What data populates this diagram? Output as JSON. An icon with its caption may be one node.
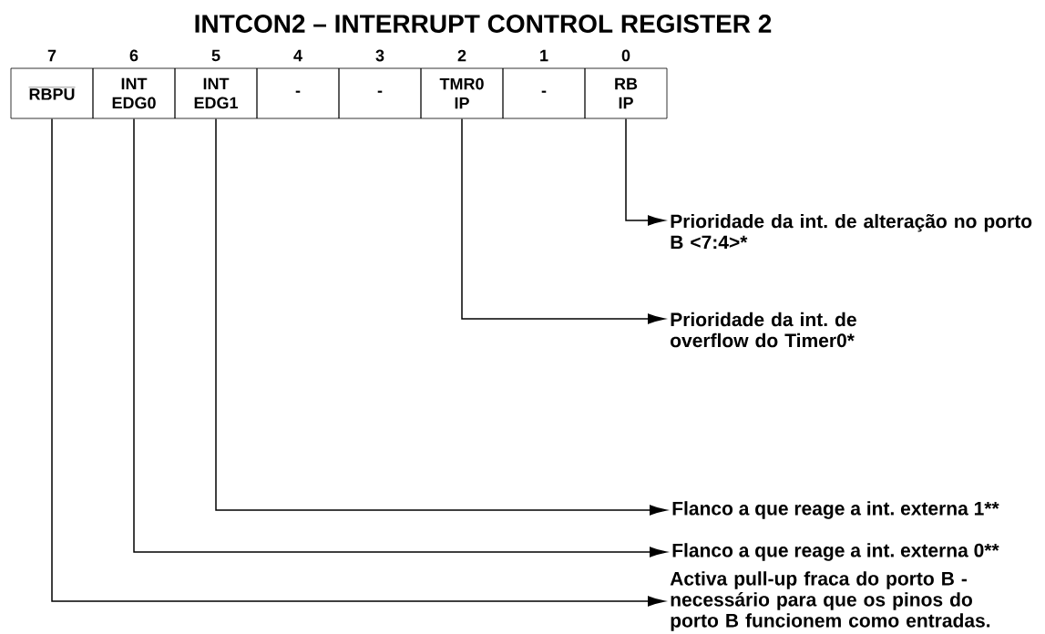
{
  "diagram": {
    "title": "INTCON2 – INTERRUPT CONTROL REGISTER 2",
    "nodes": [
      {
        "text": [
          "RBPU"
        ],
        "beside": [
          "7"
        ]
      },
      {
        "text": [
          "INT EDG0"
        ],
        "beside": [
          "6"
        ]
      },
      {
        "text": [
          "INT EDG1"
        ],
        "beside": [
          "5"
        ]
      },
      {
        "text": [
          "-"
        ],
        "beside": [
          "4"
        ]
      },
      {
        "text": [
          "-"
        ],
        "beside": [
          "3"
        ]
      },
      {
        "text": [
          "TMR0 IP"
        ],
        "beside": [
          "2"
        ]
      },
      {
        "text": [
          "-"
        ],
        "beside": [
          "1"
        ]
      },
      {
        "text": [
          "RB IP"
        ],
        "beside": [
          "0"
        ]
      },
      {
        "text": [
          "Prioridade da int. de alteração no porto B <7:4>*"
        ]
      },
      {
        "text": [
          "Prioridade da int. de overflow do Timer0*"
        ]
      },
      {
        "text": [
          "Flanco a que reage a int. externa 1**"
        ]
      },
      {
        "text": [
          "Flanco a que reage a int. externa 0**"
        ]
      },
      {
        "text": [
          "Activa pull-up fraca do porto B - necessário para que os pinos do porto B funcionem como entradas."
        ]
      }
    ],
    "edges": [
      {
        "from": 7,
        "to": 8,
        "arrow": "to"
      },
      {
        "from": 5,
        "to": 9,
        "arrow": "to"
      },
      {
        "from": 2,
        "to": 10,
        "arrow": "to"
      },
      {
        "from": 1,
        "to": 11,
        "arrow": "to"
      },
      {
        "from": 0,
        "to": 12,
        "arrow": "to"
      }
    ]
  }
}
